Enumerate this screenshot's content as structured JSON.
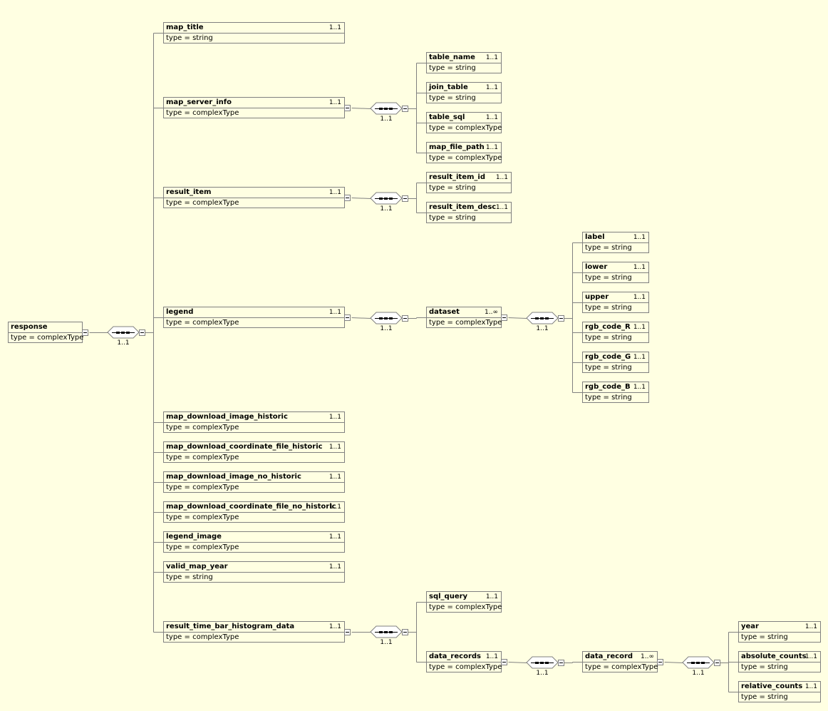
{
  "nodes": [
    {
      "id": "response",
      "name": "response",
      "type": "type = complexType",
      "card": ""
    },
    {
      "id": "map_title",
      "name": "map_title",
      "type": "type = string",
      "card": "1..1"
    },
    {
      "id": "map_server_info",
      "name": "map_server_info",
      "type": "type = complexType",
      "card": "1..1"
    },
    {
      "id": "result_item",
      "name": "result_item",
      "type": "type = complexType",
      "card": "1..1"
    },
    {
      "id": "legend",
      "name": "legend",
      "type": "type = complexType",
      "card": "1..1"
    },
    {
      "id": "map_download_image_historic",
      "name": "map_download_image_historic",
      "type": "type = complexType",
      "card": "1..1"
    },
    {
      "id": "map_download_coordinate_file_historic",
      "name": "map_download_coordinate_file_historic",
      "type": "type = complexType",
      "card": "1..1"
    },
    {
      "id": "map_download_image_no_historic",
      "name": "map_download_image_no_historic",
      "type": "type = complexType",
      "card": "1..1"
    },
    {
      "id": "map_download_coordinate_file_no_historic",
      "name": "map_download_coordinate_file_no_historic",
      "type": "type = complexType",
      "card": "1..1"
    },
    {
      "id": "legend_image",
      "name": "legend_image",
      "type": "type = complexType",
      "card": "1..1"
    },
    {
      "id": "valid_map_year",
      "name": "valid_map_year",
      "type": "type = string",
      "card": "1..1"
    },
    {
      "id": "result_time_bar_histogram_data",
      "name": "result_time_bar_histogram_data",
      "type": "type = complexType",
      "card": "1..1"
    },
    {
      "id": "table_name",
      "name": "table_name",
      "type": "type = string",
      "card": "1..1"
    },
    {
      "id": "join_table",
      "name": "join_table",
      "type": "type = string",
      "card": "1..1"
    },
    {
      "id": "table_sql",
      "name": "table_sql",
      "type": "type = complexType",
      "card": "1..1"
    },
    {
      "id": "map_file_path",
      "name": "map_file_path",
      "type": "type = complexType",
      "card": "1..1"
    },
    {
      "id": "result_item_id",
      "name": "result_item_id",
      "type": "type = string",
      "card": "1..1"
    },
    {
      "id": "result_item_desc",
      "name": "result_item_desc",
      "type": "type = string",
      "card": "1..1"
    },
    {
      "id": "dataset",
      "name": "dataset",
      "type": "type = complexType",
      "card": "1..∞"
    },
    {
      "id": "label",
      "name": "label",
      "type": "type = string",
      "card": "1..1"
    },
    {
      "id": "lower",
      "name": "lower",
      "type": "type = string",
      "card": "1..1"
    },
    {
      "id": "upper",
      "name": "upper",
      "type": "type = string",
      "card": "1..1"
    },
    {
      "id": "rgb_code_R",
      "name": "rgb_code_R",
      "type": "type = string",
      "card": "1..1"
    },
    {
      "id": "rgb_code_G",
      "name": "rgb_code_G",
      "type": "type = string",
      "card": "1..1"
    },
    {
      "id": "rgb_code_B",
      "name": "rgb_code_B",
      "type": "type = string",
      "card": "1..1"
    },
    {
      "id": "sql_query",
      "name": "sql_query",
      "type": "type = complexType",
      "card": "1..1"
    },
    {
      "id": "data_records",
      "name": "data_records",
      "type": "type = complexType",
      "card": "1..1"
    },
    {
      "id": "data_record",
      "name": "data_record",
      "type": "type = complexType",
      "card": "1..∞"
    },
    {
      "id": "year",
      "name": "year",
      "type": "type = string",
      "card": "1..1"
    },
    {
      "id": "absolute_counts",
      "name": "absolute_counts",
      "type": "type = string",
      "card": "1..1"
    },
    {
      "id": "relative_counts",
      "name": "relative_counts",
      "type": "type = string",
      "card": "1..1"
    }
  ],
  "sequences": [
    {
      "id": "seq_response",
      "card": "1..1"
    },
    {
      "id": "seq_map_server_info",
      "card": "1..1"
    },
    {
      "id": "seq_result_item",
      "card": "1..1"
    },
    {
      "id": "seq_legend",
      "card": "1..1"
    },
    {
      "id": "seq_dataset",
      "card": "1..1"
    },
    {
      "id": "seq_histogram",
      "card": "1..1"
    },
    {
      "id": "seq_data_records",
      "card": "1..1"
    },
    {
      "id": "seq_data_record",
      "card": "1..1"
    }
  ],
  "colors": {
    "background": "#ffffe2",
    "border": "#808080",
    "line": "#808080"
  }
}
